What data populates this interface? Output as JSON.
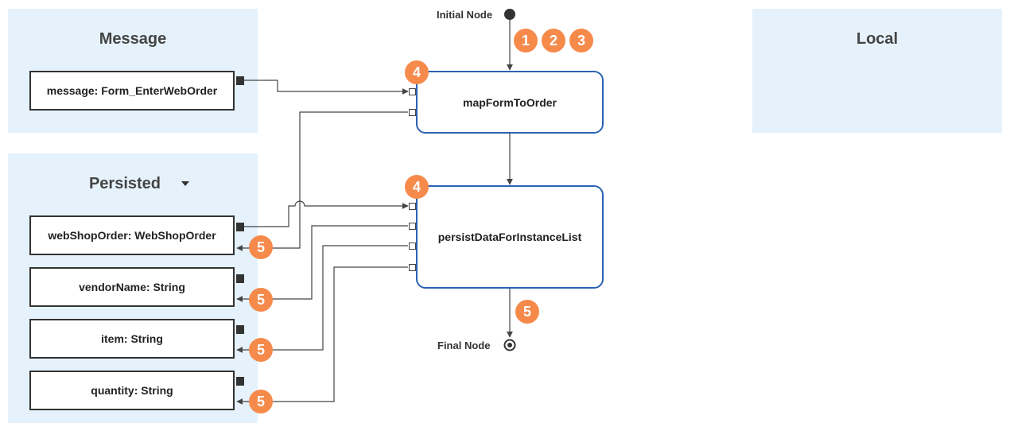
{
  "panels": {
    "message": {
      "title": "Message"
    },
    "persisted": {
      "title": "Persisted"
    },
    "local": {
      "title": "Local"
    }
  },
  "variables": {
    "message": "message: Form_EnterWebOrder",
    "webShopOrder": "webShopOrder: WebShopOrder",
    "vendorName": "vendorName: String",
    "item": "item: String",
    "quantity": "quantity: String"
  },
  "actions": {
    "mapFormToOrder": "mapFormToOrder",
    "persistData": "persistDataForInstanceList"
  },
  "nodes": {
    "initial": "Initial Node",
    "final": "Final Node"
  },
  "badges": {
    "b1": "1",
    "b2": "2",
    "b3": "3",
    "b4a": "4",
    "b4b": "4",
    "b5a": "5",
    "b5b": "5",
    "b5c": "5",
    "b5d": "5",
    "b5e": "5"
  },
  "colors": {
    "panel": "#e6f2fb",
    "action_border": "#2b62b3",
    "badge": "#f58a4b",
    "line": "#444444"
  },
  "icons": {
    "persisted_dropdown": "caret-down-icon"
  }
}
